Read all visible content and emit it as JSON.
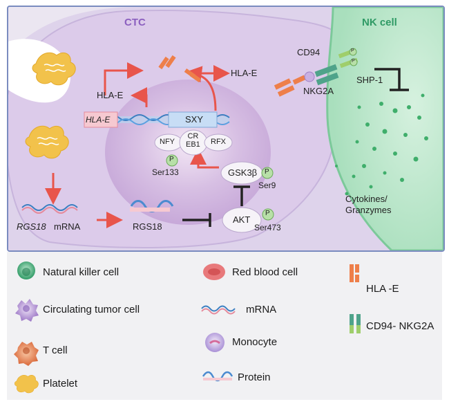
{
  "diagram": {
    "labels": {
      "ctc": "CTC",
      "nk_cell": "NK cell",
      "hla_e_gene": "HLA-E",
      "hla_e_protein_left": "HLA-E",
      "hla_e_surface": "HLA-E",
      "cd94": "CD94",
      "nkg2a": "NKG2A",
      "shp1": "SHP-1",
      "phospho_p": "P",
      "sxy": "SXY",
      "nfy": "NFY",
      "creb1": "CR\nEB1",
      "rfx": "RFX",
      "ser133": "Ser133",
      "gsk3b": "GSK3β",
      "ser9": "Ser9",
      "akt": "AKT",
      "ser473": "Ser473",
      "rgs18_gene": "RGS18",
      "mrna_word": "mRNA",
      "rgs18_protein": "RGS18",
      "cytokines": "Cytokines/\nGranzymes"
    }
  },
  "legend": {
    "items": [
      {
        "label": "Natural killer cell",
        "icon": "nk-cell-icon"
      },
      {
        "label": "Circulating tumor cell",
        "icon": "ctc-icon"
      },
      {
        "label": "T cell",
        "icon": "t-cell-icon"
      },
      {
        "label": "Platelet",
        "icon": "platelet-icon"
      },
      {
        "label": "Red blood cell",
        "icon": "red-blood-cell-icon"
      },
      {
        "label": "mRNA",
        "icon": "mrna-icon"
      },
      {
        "label": "Monocyte",
        "icon": "monocyte-icon"
      },
      {
        "label": "Protein",
        "icon": "protein-icon"
      },
      {
        "label": "HLA -E",
        "icon": "hla-e-icon"
      },
      {
        "label": "CD94- NKG2A",
        "icon": "cd94-nkg2a-icon"
      }
    ]
  },
  "colors": {
    "ctc_label": "#8b5fbf",
    "nk_label": "#2f9a65",
    "arrow_red": "#e8554b",
    "inhibit": "#222222",
    "hla_e_orange": "#ee7f4a",
    "nk_green": "#8fd3a9"
  }
}
